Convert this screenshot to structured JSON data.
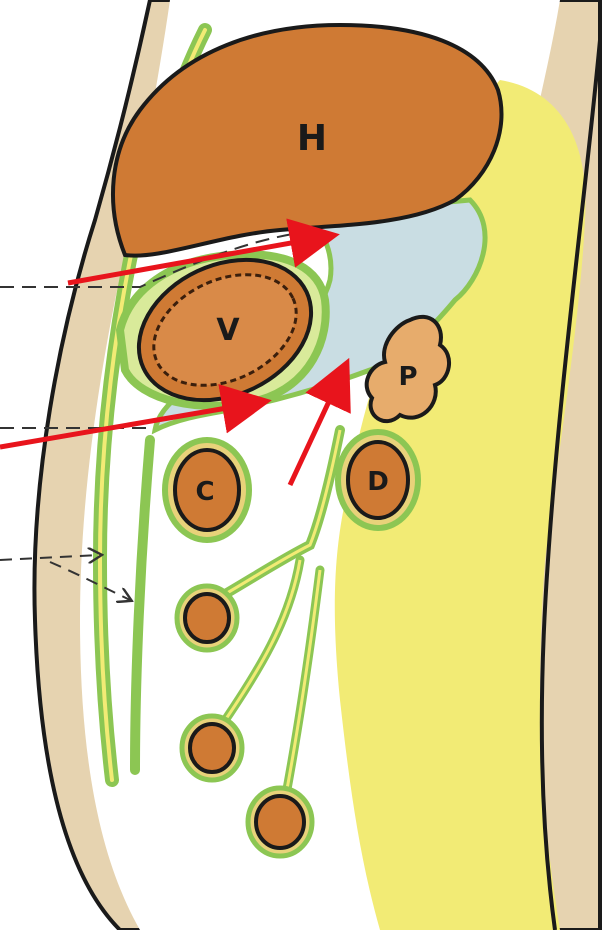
{
  "diagram": {
    "labels": {
      "H": "H",
      "V": "V",
      "P": "P",
      "C": "C",
      "D": "D"
    },
    "colors": {
      "background": "#ffffff",
      "body_wall": "#e6d3b0",
      "mesentery_yellow": "#f2eb75",
      "green_lining": "#8cc653",
      "organ_brown": "#cf7a34",
      "organ_dark": "#3b1f0c",
      "cavity_blue": "#c9dde3",
      "pancreas": "#e7ac6c",
      "arrow_red": "#e8141c",
      "arrow_dashed": "#333333"
    }
  }
}
